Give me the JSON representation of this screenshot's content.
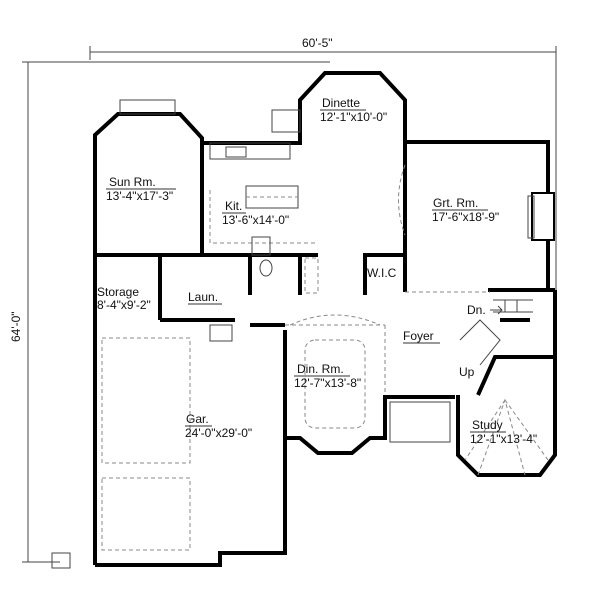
{
  "dimensions": {
    "width": "60'-5\"",
    "depth": "64'-0\""
  },
  "rooms": {
    "dinette": {
      "name": "Dinette",
      "size": "12'-1\"x10'-0\""
    },
    "sun_room": {
      "name": "Sun Rm.",
      "size": "13'-4\"x17'-3\""
    },
    "kitchen": {
      "name": "Kit.",
      "size": "13'-6\"x14'-0\""
    },
    "great_room": {
      "name": "Grt. Rm.",
      "size": "17'-6\"x18'-9\""
    },
    "wic": {
      "name": "W.I.C"
    },
    "storage": {
      "name": "Storage",
      "size": "8'-4\"x9'-2\""
    },
    "laundry": {
      "name": "Laun."
    },
    "foyer": {
      "name": "Foyer"
    },
    "dining_room": {
      "name": "Din. Rm.",
      "size": "12'-7\"x13'-8\""
    },
    "study": {
      "name": "Study",
      "size": "12'-1\"x13'-4\""
    },
    "garage": {
      "name": "Gar.",
      "size": "24'-0\"x29'-0\""
    }
  },
  "stairs": {
    "down": "Dn.",
    "up": "Up"
  }
}
